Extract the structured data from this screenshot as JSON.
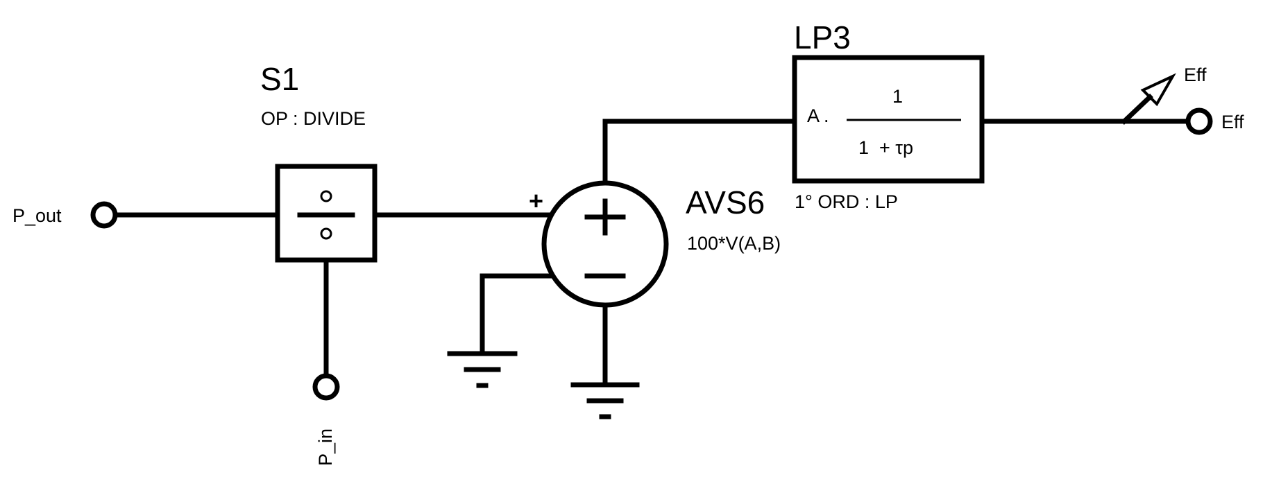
{
  "components": {
    "s1": {
      "name": "S1",
      "op": "OP : DIVIDE"
    },
    "avs6": {
      "name": "AVS6",
      "expr": "100*V(A,B)",
      "plus_pin": "+"
    },
    "lp3": {
      "name": "LP3",
      "type": "1° ORD : LP",
      "gain": "A .",
      "numerator": "1",
      "denominator": "1  + τp"
    },
    "probe": {
      "label": "Eff"
    }
  },
  "terminals": {
    "p_out": "P_out",
    "p_in": "P_in",
    "eff": "Eff"
  }
}
